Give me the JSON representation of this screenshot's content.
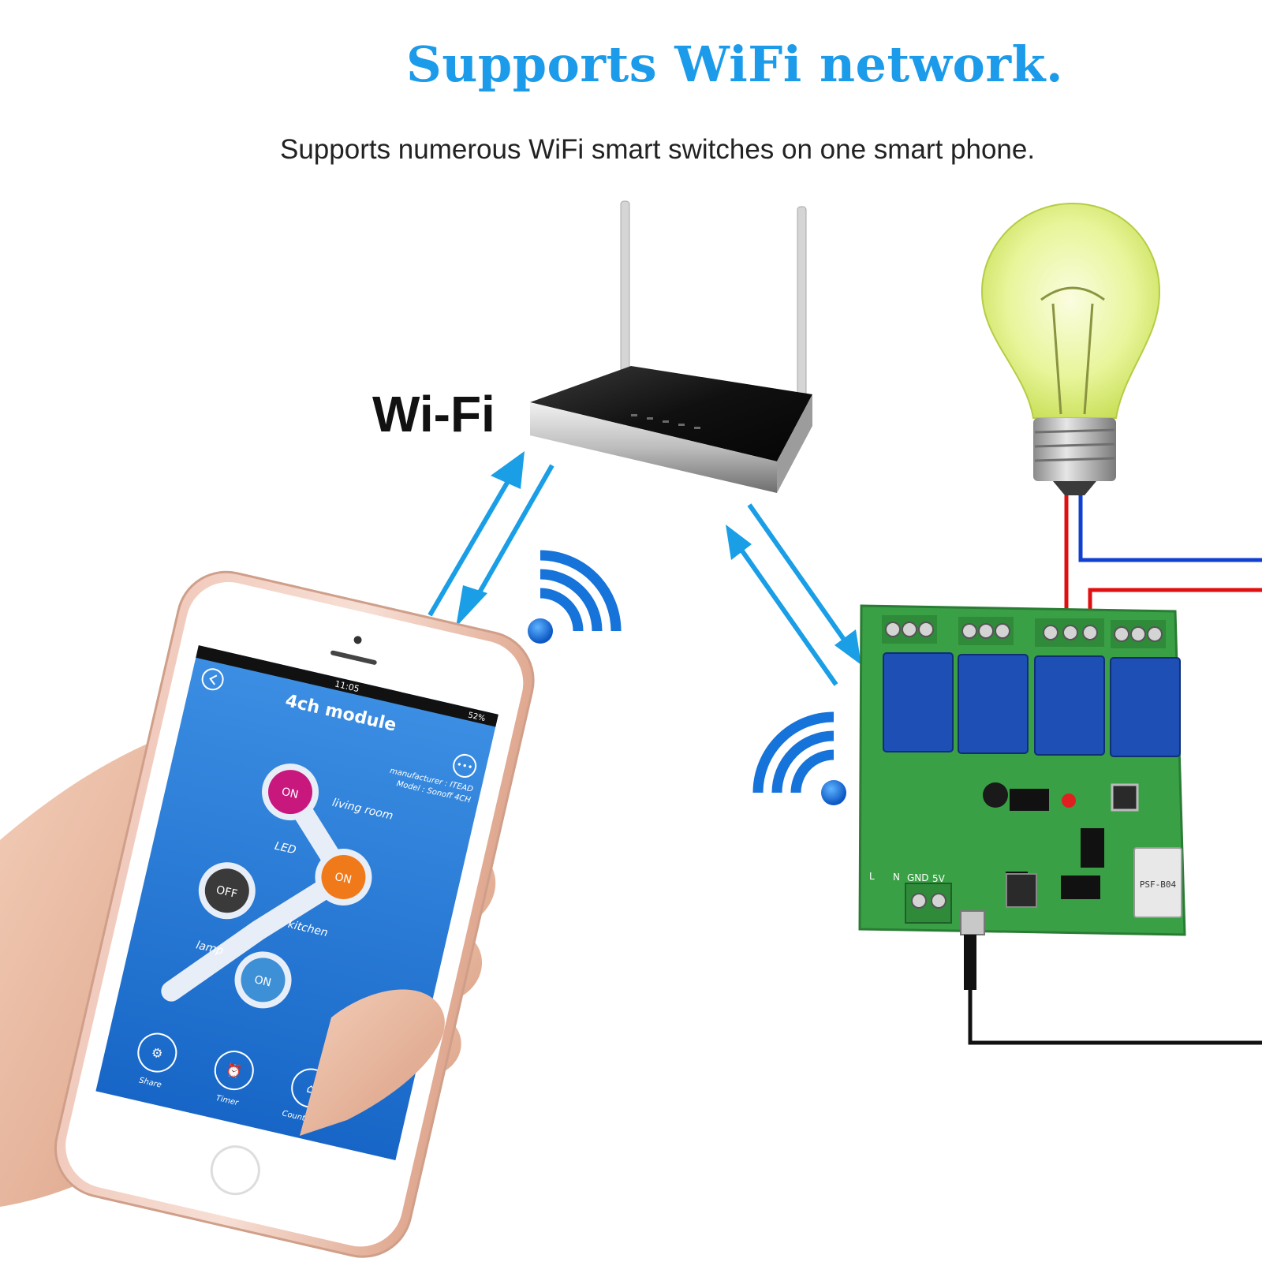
{
  "header": {
    "title": "Supports WiFi network.",
    "subtitle": "Supports numerous WiFi smart switches on one smart phone."
  },
  "router": {
    "label": "Wi-Fi"
  },
  "phone_app": {
    "status_time": "11:05",
    "status_battery": "52%",
    "screen_title": "4ch module",
    "info_lines": [
      "manufacturer : ITEAD",
      "Model : Sonoff 4CH"
    ],
    "channels": [
      {
        "name": "living room",
        "state": "ON",
        "color": "#c8187e"
      },
      {
        "name": "LED",
        "state": "ON",
        "color": "#f07a1a"
      },
      {
        "name": "kitchen",
        "state": "OFF",
        "color": "#3a3a3a"
      },
      {
        "name": "lamp",
        "state": "ON",
        "color": "#3d8fd6"
      }
    ],
    "bottom_tabs": [
      {
        "label": "Share",
        "icon": "gear-icon"
      },
      {
        "label": "Timer",
        "icon": "clock-icon"
      },
      {
        "label": "Countdown",
        "icon": "tag-icon"
      }
    ]
  },
  "board": {
    "relay_count": 4,
    "terminal_labels": [
      "L",
      "N",
      "GND",
      "5V"
    ],
    "module_label": "PSF-B04"
  },
  "colors": {
    "accent": "#1b9be9",
    "arrow": "#1a9ee6",
    "live_wire": "#e01010",
    "neutral_wire": "#1040d0",
    "pcb": "#3aa046"
  }
}
